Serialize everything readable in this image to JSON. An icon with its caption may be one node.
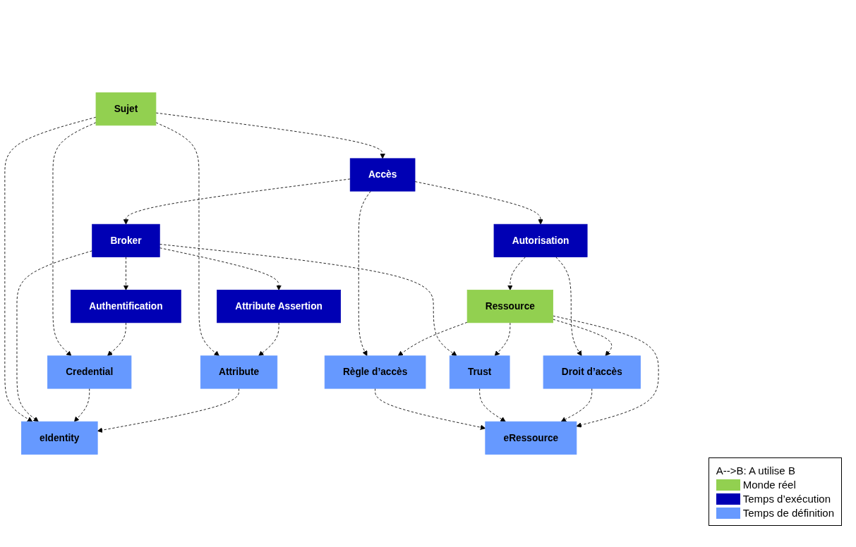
{
  "diagram": {
    "nodes": [
      {
        "text": [
          "Sujet"
        ]
      },
      {
        "text": [
          "eIdentity"
        ]
      },
      {
        "text": [
          "Authentification"
        ]
      },
      {
        "text": [
          "Credential"
        ]
      },
      {
        "text": [
          "Accès"
        ]
      },
      {
        "text": [
          "Broker"
        ]
      },
      {
        "text": [
          "Attribute Assertion"
        ]
      },
      {
        "text": [
          "Attribute"
        ]
      },
      {
        "text": [
          "Règle d’accès"
        ]
      },
      {
        "text": [
          "Trust"
        ]
      },
      {
        "text": [
          "Autorisation"
        ]
      },
      {
        "text": [
          "Droit d’accès"
        ]
      },
      {
        "text": [
          "eRessource"
        ]
      },
      {
        "text": [
          "Ressource"
        ]
      }
    ],
    "edges": [
      {
        "from": 0,
        "to": 7,
        "arrow": "to",
        "style": "dashed"
      },
      {
        "from": 0,
        "to": 1,
        "arrow": "to",
        "style": "dashed"
      },
      {
        "from": 0,
        "to": 3,
        "arrow": "to",
        "style": "dashed"
      },
      {
        "from": 0,
        "to": 4,
        "arrow": "to",
        "style": "dashed"
      },
      {
        "from": 4,
        "to": 5,
        "arrow": "to",
        "style": "dashed"
      },
      {
        "from": 5,
        "to": 1,
        "arrow": "to",
        "style": "dashed"
      },
      {
        "from": 5,
        "to": 2,
        "arrow": "to",
        "style": "dashed"
      },
      {
        "from": 5,
        "to": 6,
        "arrow": "to",
        "style": "dashed"
      },
      {
        "from": 5,
        "to": 9,
        "arrow": "to",
        "style": "dashed"
      },
      {
        "from": 2,
        "to": 3,
        "arrow": "to",
        "style": "dashed"
      },
      {
        "from": 3,
        "to": 1,
        "arrow": "to",
        "style": "dashed"
      },
      {
        "from": 6,
        "to": 7,
        "arrow": "to",
        "style": "dashed"
      },
      {
        "from": 7,
        "to": 1,
        "arrow": "to",
        "style": "dashed"
      },
      {
        "from": 4,
        "to": 8,
        "arrow": "to",
        "style": "dashed"
      },
      {
        "from": 4,
        "to": 10,
        "arrow": "to",
        "style": "dashed"
      },
      {
        "from": 8,
        "to": 12,
        "arrow": "to",
        "style": "dashed"
      },
      {
        "from": 9,
        "to": 12,
        "arrow": "to",
        "style": "dashed"
      },
      {
        "from": 10,
        "to": 11,
        "arrow": "to",
        "style": "dashed"
      },
      {
        "from": 11,
        "to": 12,
        "arrow": "to",
        "style": "dashed"
      },
      {
        "from": 10,
        "to": 13,
        "arrow": "to",
        "style": "dashed"
      },
      {
        "from": 13,
        "to": 11,
        "arrow": "to",
        "style": "dashed"
      },
      {
        "from": 13,
        "to": 8,
        "arrow": "to",
        "style": "dashed"
      },
      {
        "from": 13,
        "to": 12,
        "arrow": "to",
        "style": "dashed"
      },
      {
        "from": 13,
        "to": 9,
        "arrow": "to",
        "style": "dashed"
      }
    ],
    "legend": [
      {
        "text": "A-->B: A utilise B"
      },
      {
        "text": "Monde réel",
        "color": "#92d050"
      },
      {
        "text": "Temps d’exécution",
        "color": "#0000b4"
      },
      {
        "text": "Temps de définition",
        "color": "#6699ff"
      }
    ]
  }
}
